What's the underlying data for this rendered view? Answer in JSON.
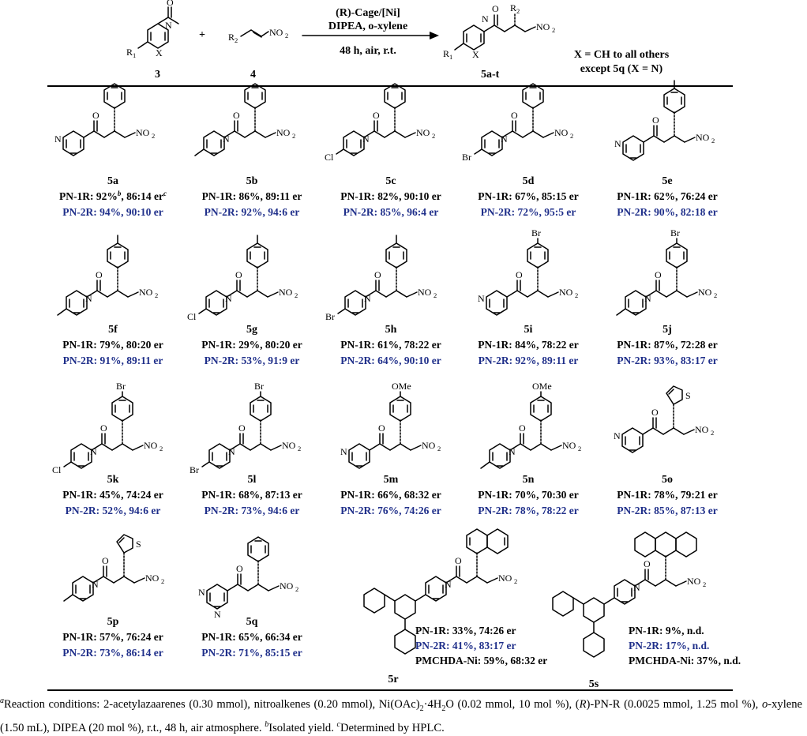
{
  "header": {
    "reactant1_label": "3",
    "reactant2_label": "4",
    "product_label": "5a-t",
    "condition_line1": "(R)-Cage/[Ni]",
    "condition_line2": "DIPEA, o-xylene",
    "condition_line3": "48 h, air, r.t.",
    "note_line1": "X = CH to all others",
    "note_line2": "except 5q (X = N)",
    "plus": "+"
  },
  "atoms": {
    "N": "N",
    "O": "O",
    "X": "X",
    "R": "R",
    "S": "S",
    "Cl": "Cl",
    "Br": "Br",
    "OMe": "OMe",
    "NO": "NO",
    "two": "2",
    "one": "1"
  },
  "entries": [
    {
      "id": "5a",
      "r1": "PN-1R: 92%",
      "r1_sup": "b",
      "r1_rest": ", 86:14 er",
      "r1_sup2": "c",
      "r2": "PN-2R: 94%, 90:10 er"
    },
    {
      "id": "5b",
      "r1": "PN-1R: 86%, 89:11 er",
      "r2": "PN-2R: 92%, 94:6 er"
    },
    {
      "id": "5c",
      "r1": "PN-1R: 82%, 90:10 er",
      "r2": "PN-2R: 85%, 96:4 er"
    },
    {
      "id": "5d",
      "r1": "PN-1R: 67%, 85:15 er",
      "r2": "PN-2R: 72%, 95:5 er"
    },
    {
      "id": "5e",
      "r1": "PN-1R: 62%, 76:24 er",
      "r2": "PN-2R: 90%, 82:18 er"
    },
    {
      "id": "5f",
      "r1": "PN-1R: 79%, 80:20 er",
      "r2": "PN-2R: 91%, 89:11 er"
    },
    {
      "id": "5g",
      "r1": "PN-1R: 29%, 80:20 er",
      "r2": "PN-2R: 53%, 91:9 er"
    },
    {
      "id": "5h",
      "r1": "PN-1R: 61%, 78:22 er",
      "r2": "PN-2R: 64%, 90:10 er"
    },
    {
      "id": "5i",
      "r1": "PN-1R: 84%, 78:22 er",
      "r2": "PN-2R: 92%, 89:11 er"
    },
    {
      "id": "5j",
      "r1": "PN-1R: 87%, 72:28 er",
      "r2": "PN-2R: 93%, 83:17 er"
    },
    {
      "id": "5k",
      "r1": "PN-1R: 45%, 74:24 er",
      "r2": "PN-2R: 52%, 94:6 er"
    },
    {
      "id": "5l",
      "r1": "PN-1R: 68%, 87:13 er",
      "r2": "PN-2R: 73%, 94:6 er"
    },
    {
      "id": "5m",
      "r1": "PN-1R: 66%, 68:32 er",
      "r2": "PN-2R: 76%, 74:26 er"
    },
    {
      "id": "5n",
      "r1": "PN-1R: 70%, 70:30 er",
      "r2": "PN-2R: 78%, 78:22 er"
    },
    {
      "id": "5o",
      "r1": "PN-1R: 78%, 79:21 er",
      "r2": "PN-2R: 85%, 87:13 er"
    },
    {
      "id": "5p",
      "r1": "PN-1R: 57%, 76:24 er",
      "r2": "PN-2R: 73%, 86:14 er"
    },
    {
      "id": "5q",
      "r1": "PN-1R: 65%, 66:34 er",
      "r2": "PN-2R: 71%, 85:15 er"
    },
    {
      "id": "5r",
      "r1": "PN-1R: 33%, 74:26 er",
      "r2": "PN-2R: 41%, 83:17 er",
      "r3": "PMCHDA-Ni: 59%, 68:32 er"
    },
    {
      "id": "5s",
      "r1": "PN-1R: 9%, n.d.",
      "r2": "PN-2R: 17%, n.d.",
      "r3": "PMCHDA-Ni: 37%, n.d."
    }
  ],
  "footnote": {
    "a_sup": "a",
    "a_text1": "Reaction conditions: 2-acetylazaarenes (0.30 mmol), nitroalkenes (0.20 mmol), Ni(OAc)",
    "a_sub1": "2",
    "a_text2": "·4H",
    "a_sub2": "2",
    "a_text3": "O (0.02 mmol, 10 mol %), (",
    "a_R": "R",
    "a_text4": ")-PN-R (0.0025 mmol, 1.25 mol %), ",
    "a_oxy": "o",
    "a_text5": "-xylene (1.50 mL), DIPEA (20 mol %), r.t., 48 h, air atmosphere. ",
    "b_sup": "b",
    "b_text": "Isolated yield. ",
    "c_sup": "c",
    "c_text": "Determined by HPLC."
  }
}
